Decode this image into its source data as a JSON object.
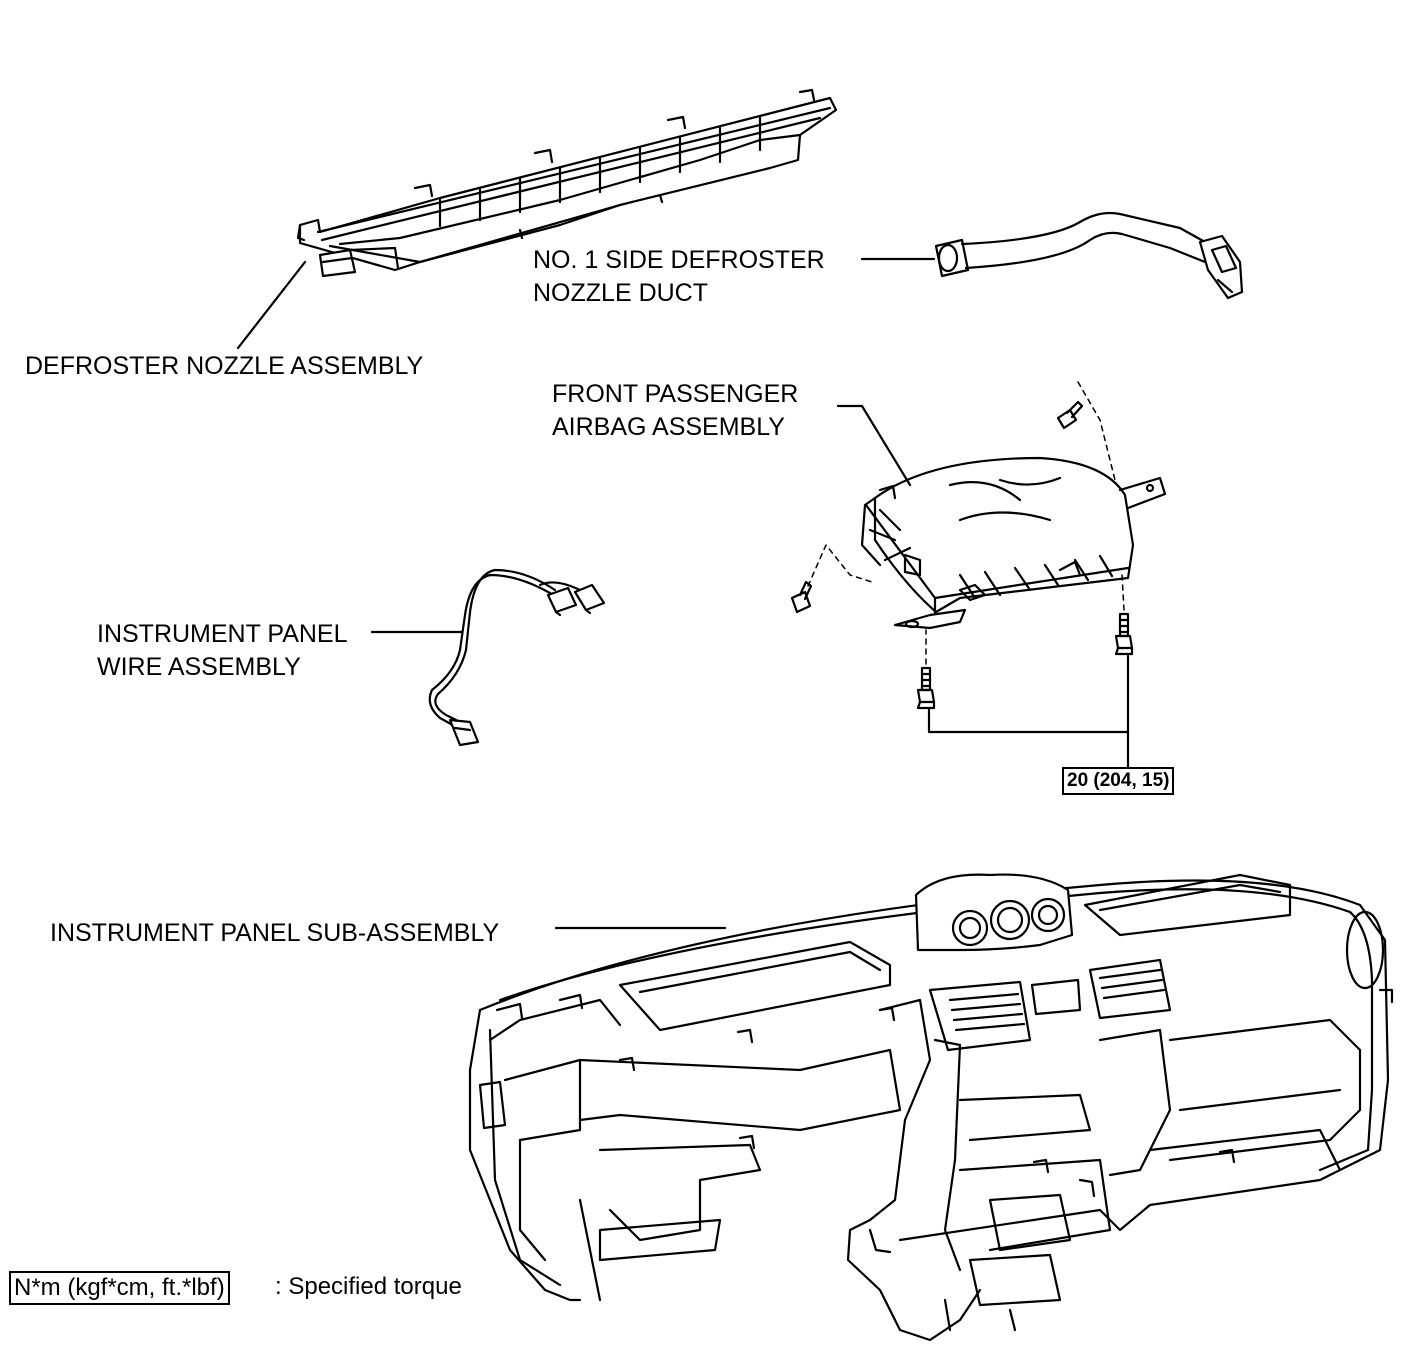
{
  "labels": {
    "defroster_nozzle": "DEFROSTER NOZZLE ASSEMBLY",
    "side_duct_line1": "NO. 1 SIDE DEFROSTER",
    "side_duct_line2": "NOZZLE DUCT",
    "airbag_line1": "FRONT PASSENGER",
    "airbag_line2": "AIRBAG ASSEMBLY",
    "wire_line1": "INSTRUMENT PANEL",
    "wire_line2": "WIRE ASSEMBLY",
    "panel_sub": "INSTRUMENT PANEL SUB-ASSEMBLY"
  },
  "torque": {
    "value": "20 (204, 15)"
  },
  "legend": {
    "units": "N*m (kgf*cm, ft.*lbf)",
    "meaning": ": Specified torque"
  },
  "parts": [
    "defroster-nozzle-assembly",
    "side-defroster-nozzle-duct",
    "front-passenger-airbag-assembly",
    "instrument-panel-wire-assembly",
    "instrument-panel-sub-assembly",
    "airbag-bolts"
  ]
}
